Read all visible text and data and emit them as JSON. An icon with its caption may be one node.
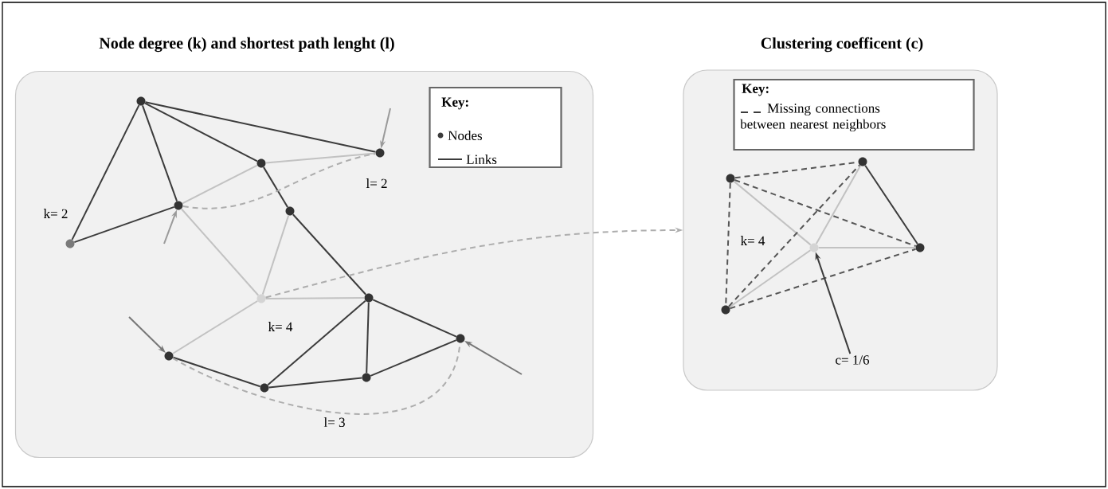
{
  "diagram": {
    "nodes": [
      {
        "text": [
          "Node degree (k) and shortest path lenght (l)"
        ]
      },
      {
        "text": [
          "Key:"
        ],
        "in": 0
      },
      {
        "text": [],
        "shape": "circle",
        "in": 0
      },
      {
        "text": [],
        "shape": "circle",
        "in": 0
      },
      {
        "text": [],
        "shape": "circle",
        "in": 0
      },
      {
        "text": [],
        "shape": "circle",
        "in": 0
      },
      {
        "text": [],
        "shape": "circle",
        "in": 0
      },
      {
        "text": [],
        "shape": "circle",
        "in": 0,
        "beside": [
          "k= 2"
        ]
      },
      {
        "text": [],
        "shape": "circle",
        "in": 0,
        "beside": [
          "k= 4"
        ]
      },
      {
        "text": [],
        "shape": "circle",
        "in": 0
      },
      {
        "text": [],
        "shape": "circle",
        "in": 0
      },
      {
        "text": [],
        "shape": "circle",
        "in": 0
      },
      {
        "text": [],
        "shape": "circle",
        "in": 0
      },
      {
        "text": [],
        "shape": "circle",
        "in": 0
      },
      {
        "text": [
          "Clustering coefficent (c)"
        ]
      },
      {
        "text": [
          "Key:"
        ],
        "in": 14
      },
      {
        "text": [],
        "shape": "circle",
        "in": 14
      },
      {
        "text": [],
        "shape": "circle",
        "in": 14
      },
      {
        "text": [],
        "shape": "circle",
        "in": 14,
        "beside": [
          "k= 4"
        ]
      },
      {
        "text": [],
        "shape": "circle",
        "in": 14
      },
      {
        "text": [],
        "shape": "circle",
        "in": 14
      },
      {
        "text": [
          "c= 1/6"
        ],
        "in": 14
      }
    ],
    "edges": [
      {
        "from": 2,
        "to": 3,
        "arrow": "none"
      },
      {
        "from": 2,
        "to": 4,
        "arrow": "none"
      },
      {
        "from": 2,
        "to": 5,
        "arrow": "none"
      },
      {
        "from": 2,
        "to": 7,
        "arrow": "none"
      },
      {
        "from": 7,
        "to": 5,
        "arrow": "none"
      },
      {
        "from": 4,
        "to": 6,
        "arrow": "none"
      },
      {
        "from": 6,
        "to": 9,
        "arrow": "none"
      },
      {
        "from": 4,
        "to": 3,
        "arrow": "none",
        "color": "#c2c2c2"
      },
      {
        "from": 4,
        "to": 5,
        "arrow": "none",
        "color": "#c2c2c2"
      },
      {
        "from": 5,
        "to": 8,
        "arrow": "none",
        "color": "#c2c2c2"
      },
      {
        "from": 6,
        "to": 8,
        "arrow": "none",
        "color": "#c2c2c2"
      },
      {
        "from": 8,
        "to": 9,
        "arrow": "none",
        "color": "#c2c2c2"
      },
      {
        "from": 8,
        "to": 11,
        "arrow": "none",
        "color": "#c2c2c2"
      },
      {
        "from": 9,
        "to": 10,
        "arrow": "none"
      },
      {
        "from": 9,
        "to": 12,
        "arrow": "none"
      },
      {
        "from": 9,
        "to": 13,
        "arrow": "none"
      },
      {
        "from": 11,
        "to": 13,
        "arrow": "none"
      },
      {
        "from": 13,
        "to": 12,
        "arrow": "none"
      },
      {
        "from": 12,
        "to": 10,
        "arrow": "none"
      },
      {
        "from": 5,
        "to": 3,
        "arrow": "none",
        "style": "dashed",
        "color": "#adadad"
      },
      {
        "from": 11,
        "to": 10,
        "arrow": "none",
        "style": "dashed",
        "color": "#adadad"
      },
      {
        "from": null,
        "to": 3,
        "arrow": "to",
        "color": "#9a9a9a"
      },
      {
        "from": null,
        "to": 5,
        "arrow": "to",
        "color": "#9a9a9a"
      },
      {
        "from": null,
        "to": 11,
        "arrow": "to",
        "color": "#777777"
      },
      {
        "from": null,
        "to": 10,
        "arrow": "to",
        "color": "#777777"
      },
      {
        "from": 8,
        "to": 14,
        "arrow": "to",
        "style": "dashed",
        "color": "#adadad"
      },
      {
        "from": 18,
        "to": 16,
        "arrow": "none",
        "color": "#c2c2c2"
      },
      {
        "from": 18,
        "to": 17,
        "arrow": "none",
        "color": "#c2c2c2"
      },
      {
        "from": 18,
        "to": 19,
        "arrow": "none",
        "color": "#c2c2c2"
      },
      {
        "from": 18,
        "to": 20,
        "arrow": "none",
        "color": "#c2c2c2"
      },
      {
        "from": 17,
        "to": 19,
        "arrow": "none"
      },
      {
        "from": 16,
        "to": 17,
        "arrow": "none",
        "style": "dashed",
        "color": "#555555"
      },
      {
        "from": 16,
        "to": 19,
        "arrow": "none",
        "style": "dashed",
        "color": "#555555"
      },
      {
        "from": 16,
        "to": 20,
        "arrow": "none",
        "style": "dashed",
        "color": "#555555"
      },
      {
        "from": 20,
        "to": 17,
        "arrow": "none",
        "style": "dashed",
        "color": "#555555"
      },
      {
        "from": 20,
        "to": 19,
        "arrow": "none",
        "style": "dashed",
        "color": "#555555"
      },
      {
        "from": 21,
        "to": 18,
        "arrow": "to"
      }
    ],
    "labels": [
      "l= 2",
      "l= 3"
    ],
    "legend": [
      {
        "text": "Nodes"
      },
      {
        "text": "Links"
      },
      {
        "text": "Missing connections between nearest neighbors"
      }
    ]
  }
}
